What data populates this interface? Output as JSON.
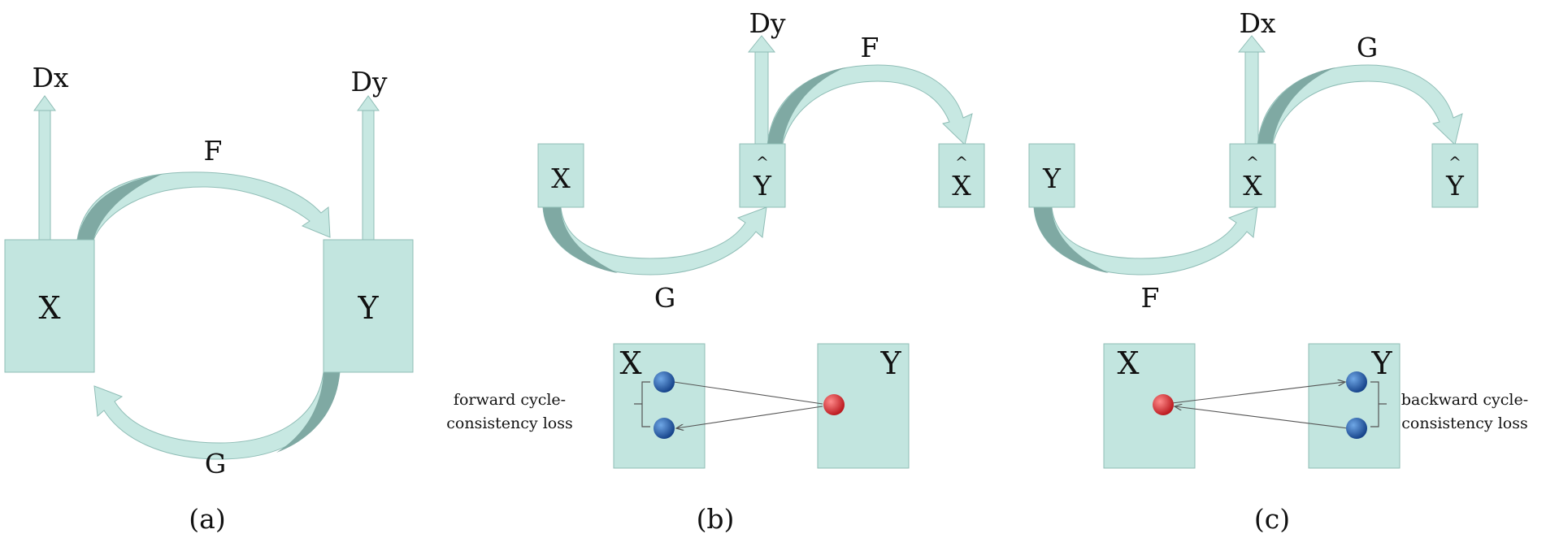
{
  "colors": {
    "box_fill": "#c2e5df",
    "box_stroke": "#8fbdb6",
    "arrow_light": "#c7e8e2",
    "arrow_dark": "#7fa9a3",
    "dot_blue": "#1a5fb8",
    "dot_red": "#e0252b"
  },
  "panel_a": {
    "caption": "(a)",
    "node_x": "X",
    "node_y": "Y",
    "disc_x": "Dx",
    "disc_y": "Dy",
    "map_top": "F",
    "map_bottom": "G"
  },
  "panel_b": {
    "caption": "(b)",
    "node_start": "X",
    "node_mid": "Y",
    "node_end": "X",
    "hat": "^",
    "disc": "Dy",
    "map_bottom": "G",
    "map_top": "F",
    "domain_left": "X",
    "domain_right": "Y",
    "loss_line1": "forward cycle-",
    "loss_line2": "consistency loss"
  },
  "panel_c": {
    "caption": "(c)",
    "node_start": "Y",
    "node_mid": "X",
    "node_end": "Y",
    "hat": "^",
    "disc": "Dx",
    "map_bottom": "F",
    "map_top": "G",
    "domain_left": "X",
    "domain_right": "Y",
    "loss_line1": "backward cycle-",
    "loss_line2": "consistency loss"
  }
}
